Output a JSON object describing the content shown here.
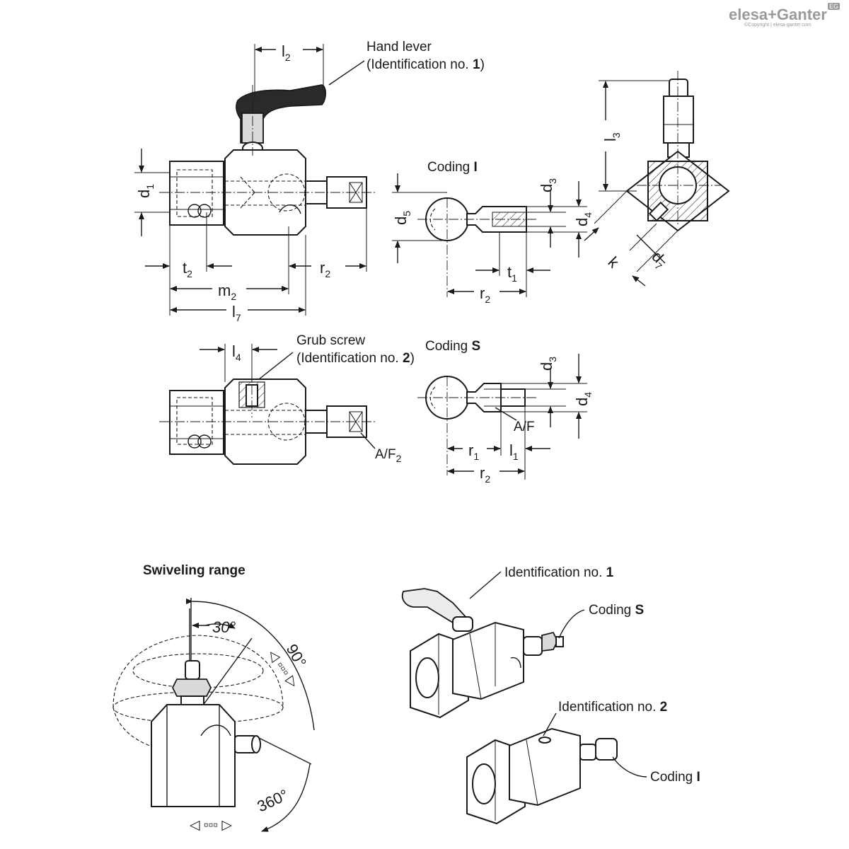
{
  "logo": {
    "brand": "elesa+Ganter",
    "copyright": "©Copyright | elesa-ganter.com",
    "badge": "EG"
  },
  "annotations": {
    "hand_lever": "Hand lever",
    "hand_lever_id_prefix": "(Identification no. ",
    "hand_lever_id_num": "1",
    "hand_lever_id_suffix": ")",
    "grub_screw": "Grub screw",
    "grub_screw_id_prefix": "(Identification no. ",
    "grub_screw_id_num": "2",
    "grub_screw_id_suffix": ")",
    "coding_prefix": "Coding ",
    "coding_i": "I",
    "coding_s": "S",
    "af": "A/F",
    "af2_main": "A/F",
    "af2_sub": "2",
    "swiveling_range": "Swiveling range",
    "angle_30": "30°",
    "angle_90": "90°",
    "angle_360": "360°",
    "ident_prefix": "Identification no. ",
    "ident_1": "1",
    "ident_2": "2"
  },
  "dimensions": {
    "l": "l",
    "d": "d",
    "t": "t",
    "r": "r",
    "m": "m",
    "k": "k",
    "s1": "1",
    "s2": "2",
    "s3": "3",
    "s4": "4",
    "s5": "5",
    "s7": "7"
  }
}
